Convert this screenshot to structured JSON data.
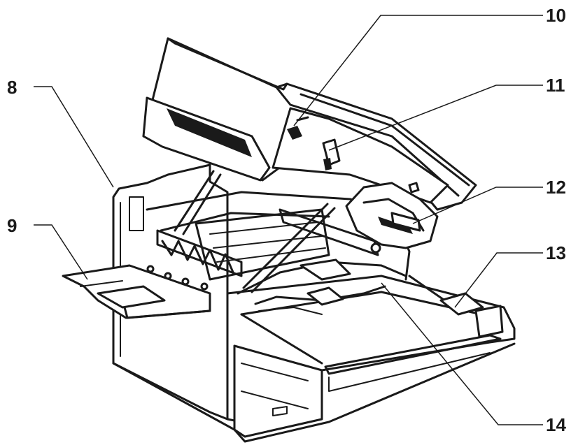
{
  "callouts": {
    "c8": "8",
    "c9": "9",
    "c10": "10",
    "c11": "11",
    "c12": "12",
    "c13": "13",
    "c14": "14"
  },
  "colors": {
    "ink": "#1a1a1a",
    "background": "#ffffff"
  }
}
